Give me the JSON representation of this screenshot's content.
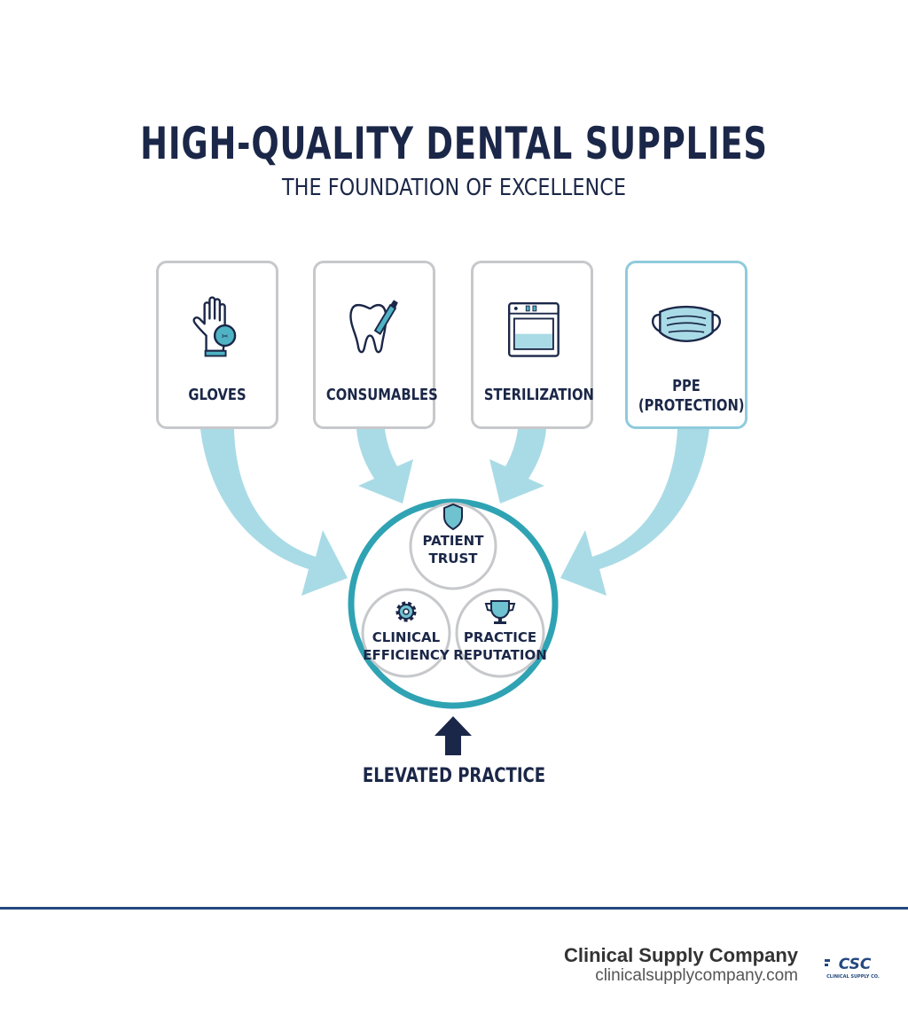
{
  "header": {
    "title": "HIGH-QUALITY DENTAL SUPPLIES",
    "subtitle": "THE FOUNDATION OF EXCELLENCE"
  },
  "supply_cards": [
    {
      "label": "GLOVES",
      "icon": "glove-icon"
    },
    {
      "label": "CONSUMABLES",
      "icon": "tooth-brush-icon"
    },
    {
      "label": "STERILIZATION",
      "icon": "sterilizer-icon"
    },
    {
      "label_line1": "PPE",
      "label_line2": "(PROTECTION)",
      "icon": "face-mask-icon"
    }
  ],
  "hub": {
    "nodes": [
      {
        "line1": "PATIENT",
        "line2": "TRUST",
        "icon": "shield-icon"
      },
      {
        "line1": "CLINICAL",
        "line2": "EFFICIENCY",
        "icon": "gear-icon"
      },
      {
        "line1": "PRACTICE",
        "line2": "REPUTATION",
        "icon": "trophy-icon"
      }
    ]
  },
  "result": {
    "label": "ELEVATED PRACTICE"
  },
  "footer": {
    "company_name": "Clinical Supply Company",
    "company_url": "clinicalsupplycompany.com",
    "logo_text": "CSC",
    "logo_subtext": "CLINICAL SUPPLY CO."
  },
  "colors": {
    "navy": "#1b2748",
    "teal": "#2fa3b3",
    "light_blue": "#a9dbe6",
    "card_border": "#c6c8cb",
    "footer_rule": "#25487f"
  }
}
